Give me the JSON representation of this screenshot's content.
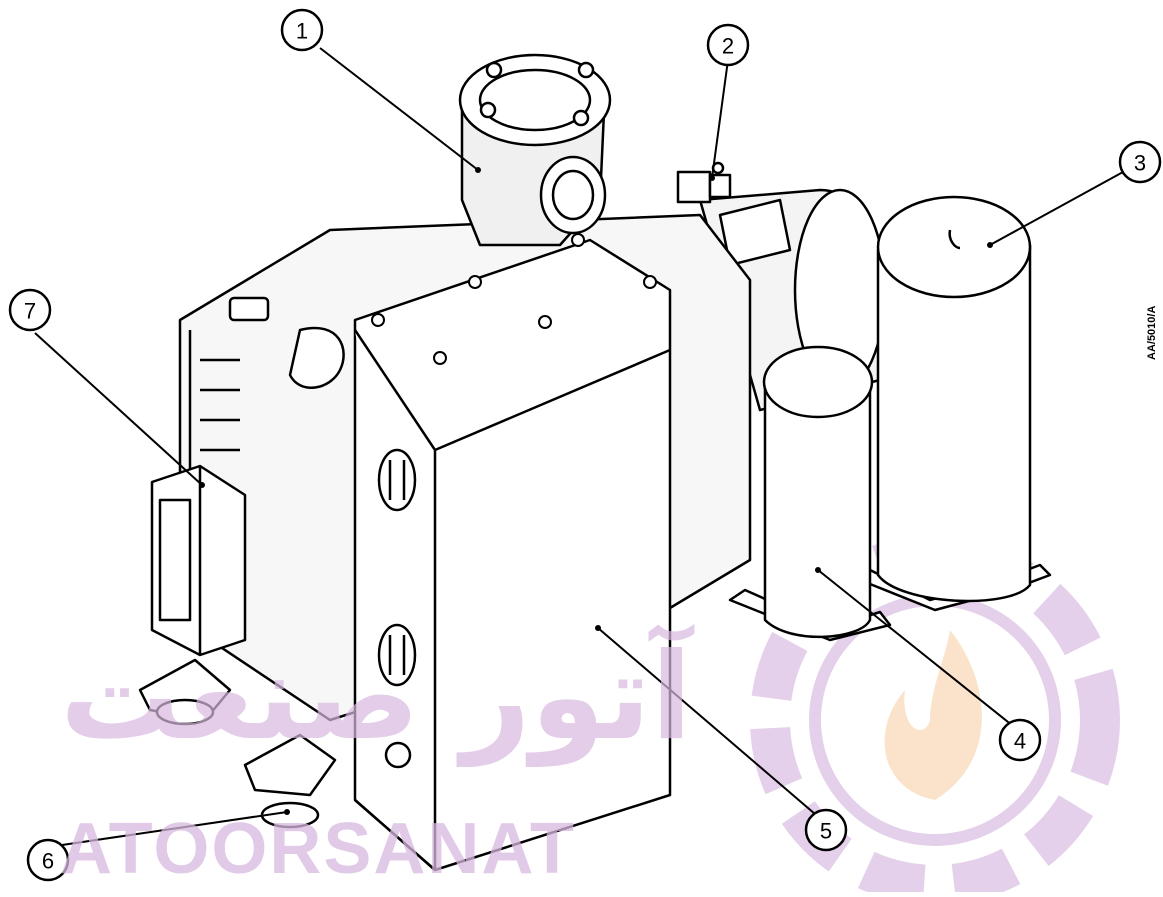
{
  "figure_id": "AA/5010/A",
  "watermark": {
    "latin": "ATOORSANAT",
    "arabic": "آتور صنعت"
  },
  "callouts": [
    "1",
    "2",
    "3",
    "4",
    "5",
    "6",
    "7"
  ]
}
